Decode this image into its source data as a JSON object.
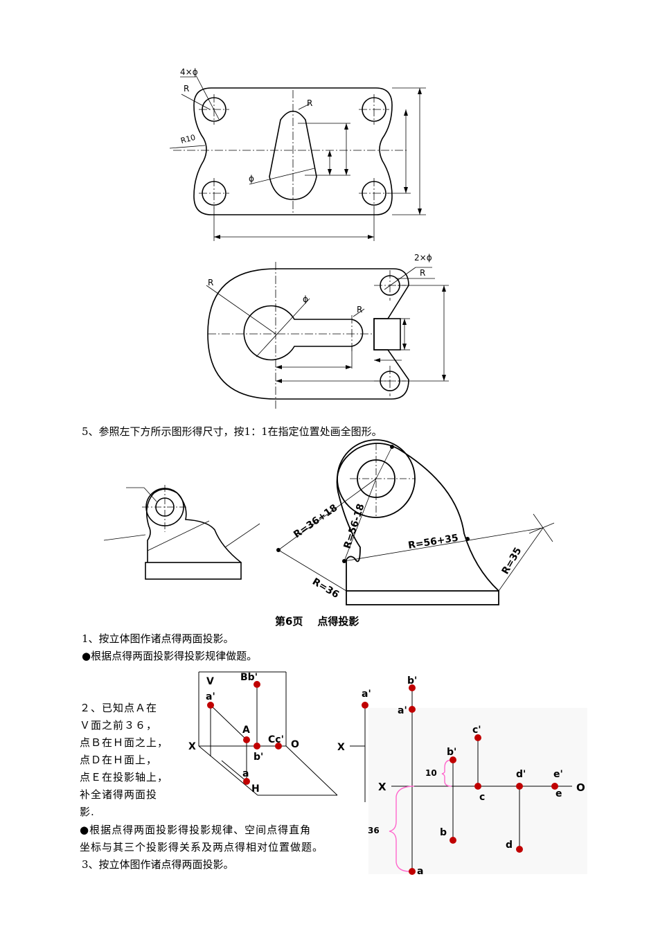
{
  "drawing1": {
    "labels": {
      "holes": "4×ϕ",
      "corner_r": "R",
      "slot_r": "R",
      "outer_r": "R10",
      "slot_dia": "ϕ"
    }
  },
  "drawing2": {
    "labels": {
      "outer_r": "R",
      "holes": "2×ϕ",
      "hole_r": "R",
      "keyhole_dia": "ϕ",
      "slot_r": "R"
    }
  },
  "task5": {
    "text": "5、参照左下方所示图形得尺寸，按1：1在指定位置处画全图形。"
  },
  "drawing3": {
    "dims": {
      "r1": "R=36+18",
      "r2": "R=56-18",
      "r3": "R=56+35",
      "r4": "R=36",
      "r5": "R=35"
    }
  },
  "page6": {
    "title": "第6页    点得投影",
    "item1": "1、按立体图作诸点得两面投影。",
    "note1": "●根据点得两面投影得投影规律做题。",
    "item2_lines": [
      "２、已知点Ａ在",
      "Ｖ面之前３６，",
      "点Ｂ在Ｈ面之上，",
      "点Ｄ在Ｈ面上，",
      "点Ｅ在投影轴上，",
      "补全诸得两面投",
      "影."
    ],
    "note2_lines": [
      "●根据点得两面投影得投影规律、空间点得直角",
      "坐标与其三个投影得关系及两点得相对位置做题。"
    ],
    "item3": "3、按立体图作诸点得两面投影。"
  },
  "iso_figure": {
    "labels": {
      "V": "V",
      "Bb": "Bb'",
      "a_prime": "a'",
      "A": "A",
      "Cc": "Cc'",
      "X": "X",
      "O": "O",
      "b_prime": "b'",
      "a": "a",
      "H": "H"
    }
  },
  "mid_figure": {
    "labels": {
      "a_prime": "a'",
      "X": "X"
    }
  },
  "right_figure": {
    "labels": {
      "b_prime_top": "b'",
      "a_prime": "a'",
      "c_prime": "c'",
      "b_prime": "b'",
      "ten": "10",
      "X": "X",
      "c": "c",
      "d_prime": "d'",
      "e_prime": "e'",
      "e": "e",
      "O": "O",
      "thirty_six": "36",
      "b": "b",
      "d": "d",
      "a": "a"
    }
  },
  "colors": {
    "point": "#c00000",
    "bracket": "#ff66cc"
  }
}
